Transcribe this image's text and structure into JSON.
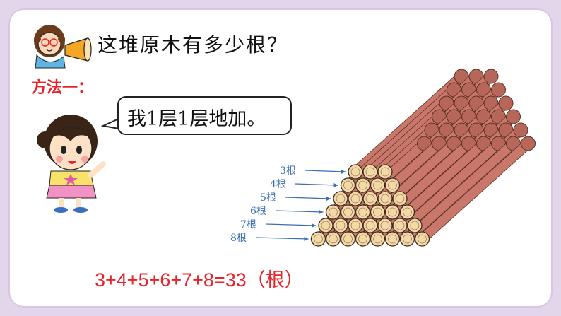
{
  "question": "这堆原木有多少根？",
  "method_label": "方法一：",
  "speech": "我1层1层地加。",
  "formula": "3+4+5+6+7+8=33（根）",
  "layers": [
    {
      "count": 3,
      "label": "3根"
    },
    {
      "count": 4,
      "label": "4根"
    },
    {
      "count": 5,
      "label": "5根"
    },
    {
      "count": 6,
      "label": "6根"
    },
    {
      "count": 7,
      "label": "7根"
    },
    {
      "count": 8,
      "label": "8根"
    }
  ],
  "colors": {
    "background": "#e3d6ea",
    "accent_red": "#e8232a",
    "label_blue": "#3b6fb4",
    "log_brown": "#c9776a"
  }
}
